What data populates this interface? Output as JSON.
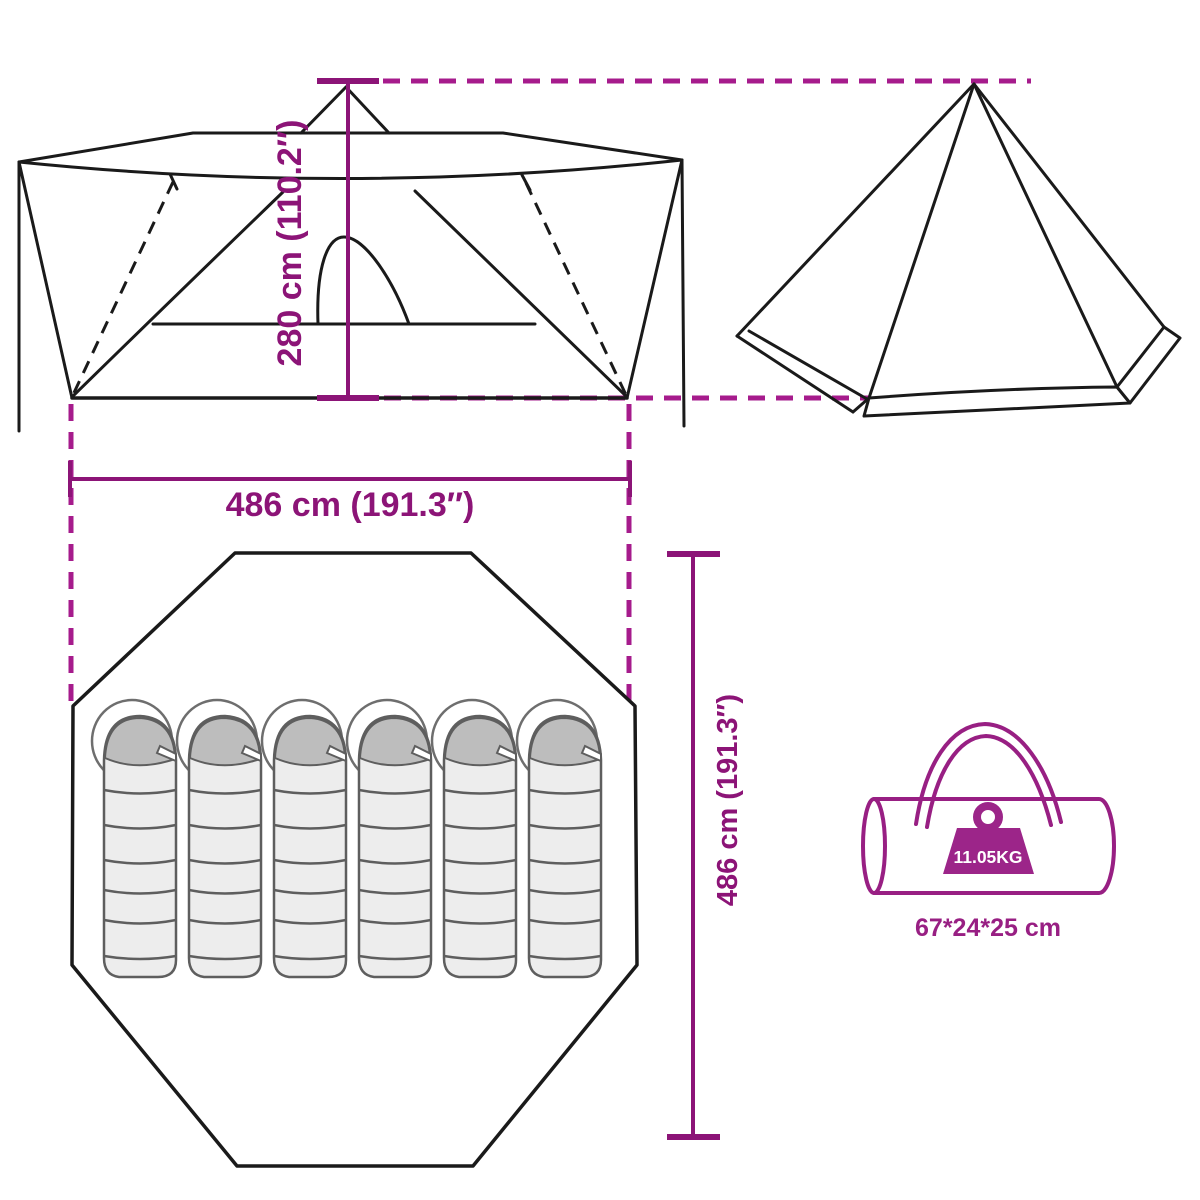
{
  "diagram": {
    "type": "product-dimension-diagram",
    "subject": "tipi-tent",
    "accent_color": "#8C1477",
    "dash_color": "#A61B8C",
    "drawing_line_color": "#1A1A1A",
    "background_color": "#FFFFFF",
    "dimensions": {
      "height": "280 cm (110.2″)",
      "width": "486 cm (191.3″)",
      "floor_depth": "486 cm (191.3″)"
    },
    "carry_bag": {
      "weight": "11.05KG",
      "size": "67*24*25 cm"
    },
    "floor_plan": {
      "sleeping_bag_count": 6
    }
  }
}
